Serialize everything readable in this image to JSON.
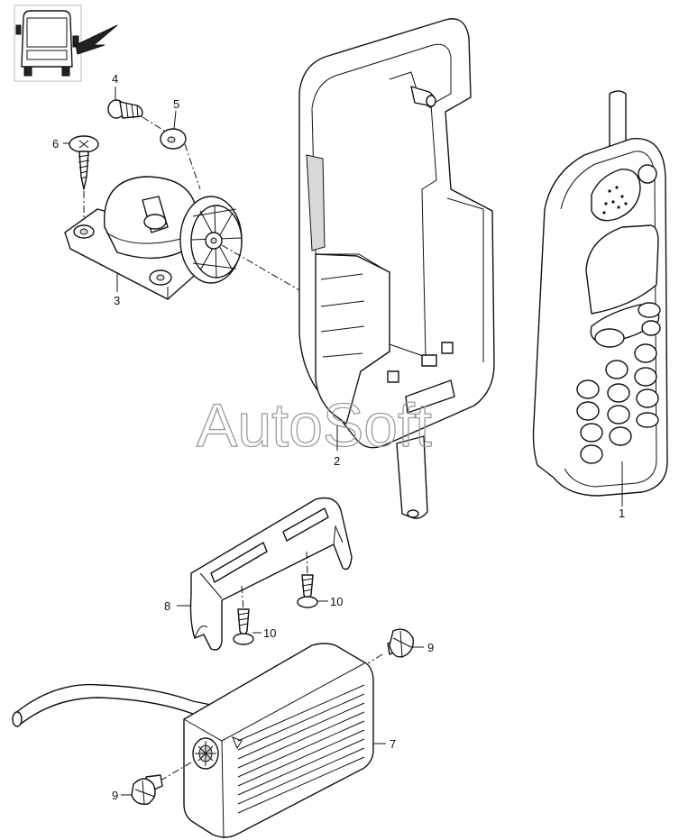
{
  "watermark": "AutoSoft",
  "callouts": [
    {
      "id": "1",
      "label": "1"
    },
    {
      "id": "2",
      "label": "2"
    },
    {
      "id": "3",
      "label": "3"
    },
    {
      "id": "4",
      "label": "4"
    },
    {
      "id": "5",
      "label": "5"
    },
    {
      "id": "6",
      "label": "6"
    },
    {
      "id": "7",
      "label": "7"
    },
    {
      "id": "8",
      "label": "8"
    },
    {
      "id": "9a",
      "label": "9"
    },
    {
      "id": "9b",
      "label": "9"
    },
    {
      "id": "10a",
      "label": "10"
    },
    {
      "id": "10b",
      "label": "10"
    }
  ],
  "icons": {
    "vehicle_locator": "bus-front-icon"
  }
}
